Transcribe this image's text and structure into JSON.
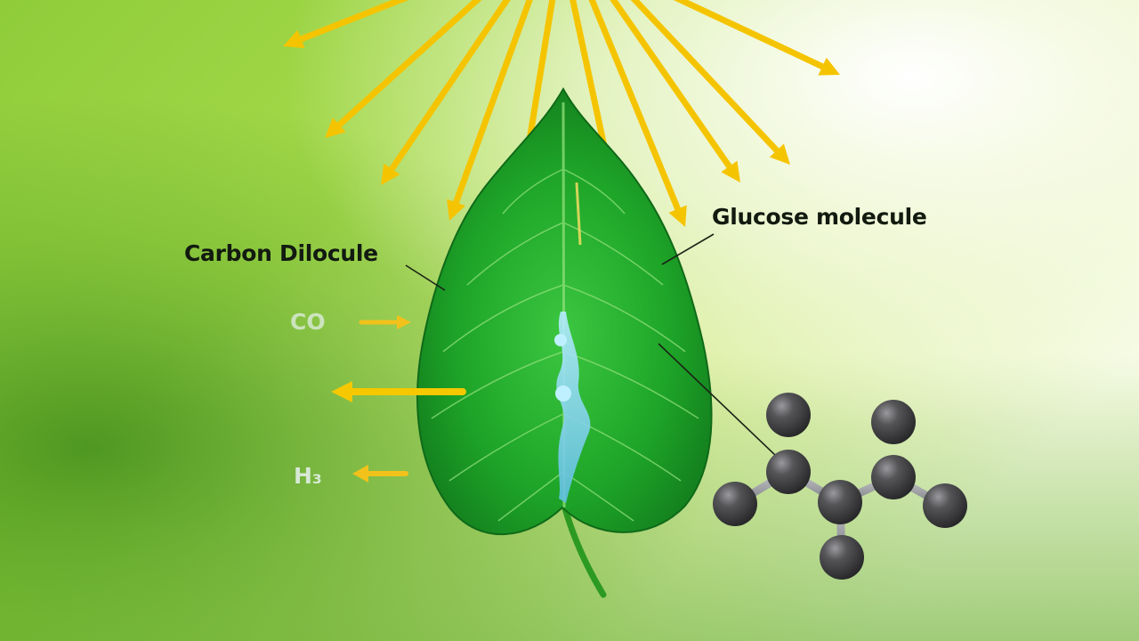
{
  "labels": {
    "carbon": "Carbon Dilocule",
    "glucose": "Glucose molecule",
    "co2": "CO",
    "h2o": "H₃"
  },
  "colors": {
    "sun_ray": "#f5c400",
    "sun_ray_light": "#ffe66b",
    "leaf_dark": "#128a1e",
    "leaf_mid": "#22b32c",
    "leaf_light": "#4cd650",
    "water": "#7fd3f2",
    "atom": "#3e3e40",
    "bond": "#8f9296",
    "label_text": "#121a10",
    "formula_text": "#e8f2f0"
  },
  "icons": [
    "sun-ray-arrow",
    "leaf-icon",
    "water-drop-icon",
    "glucose-molecule-icon"
  ]
}
